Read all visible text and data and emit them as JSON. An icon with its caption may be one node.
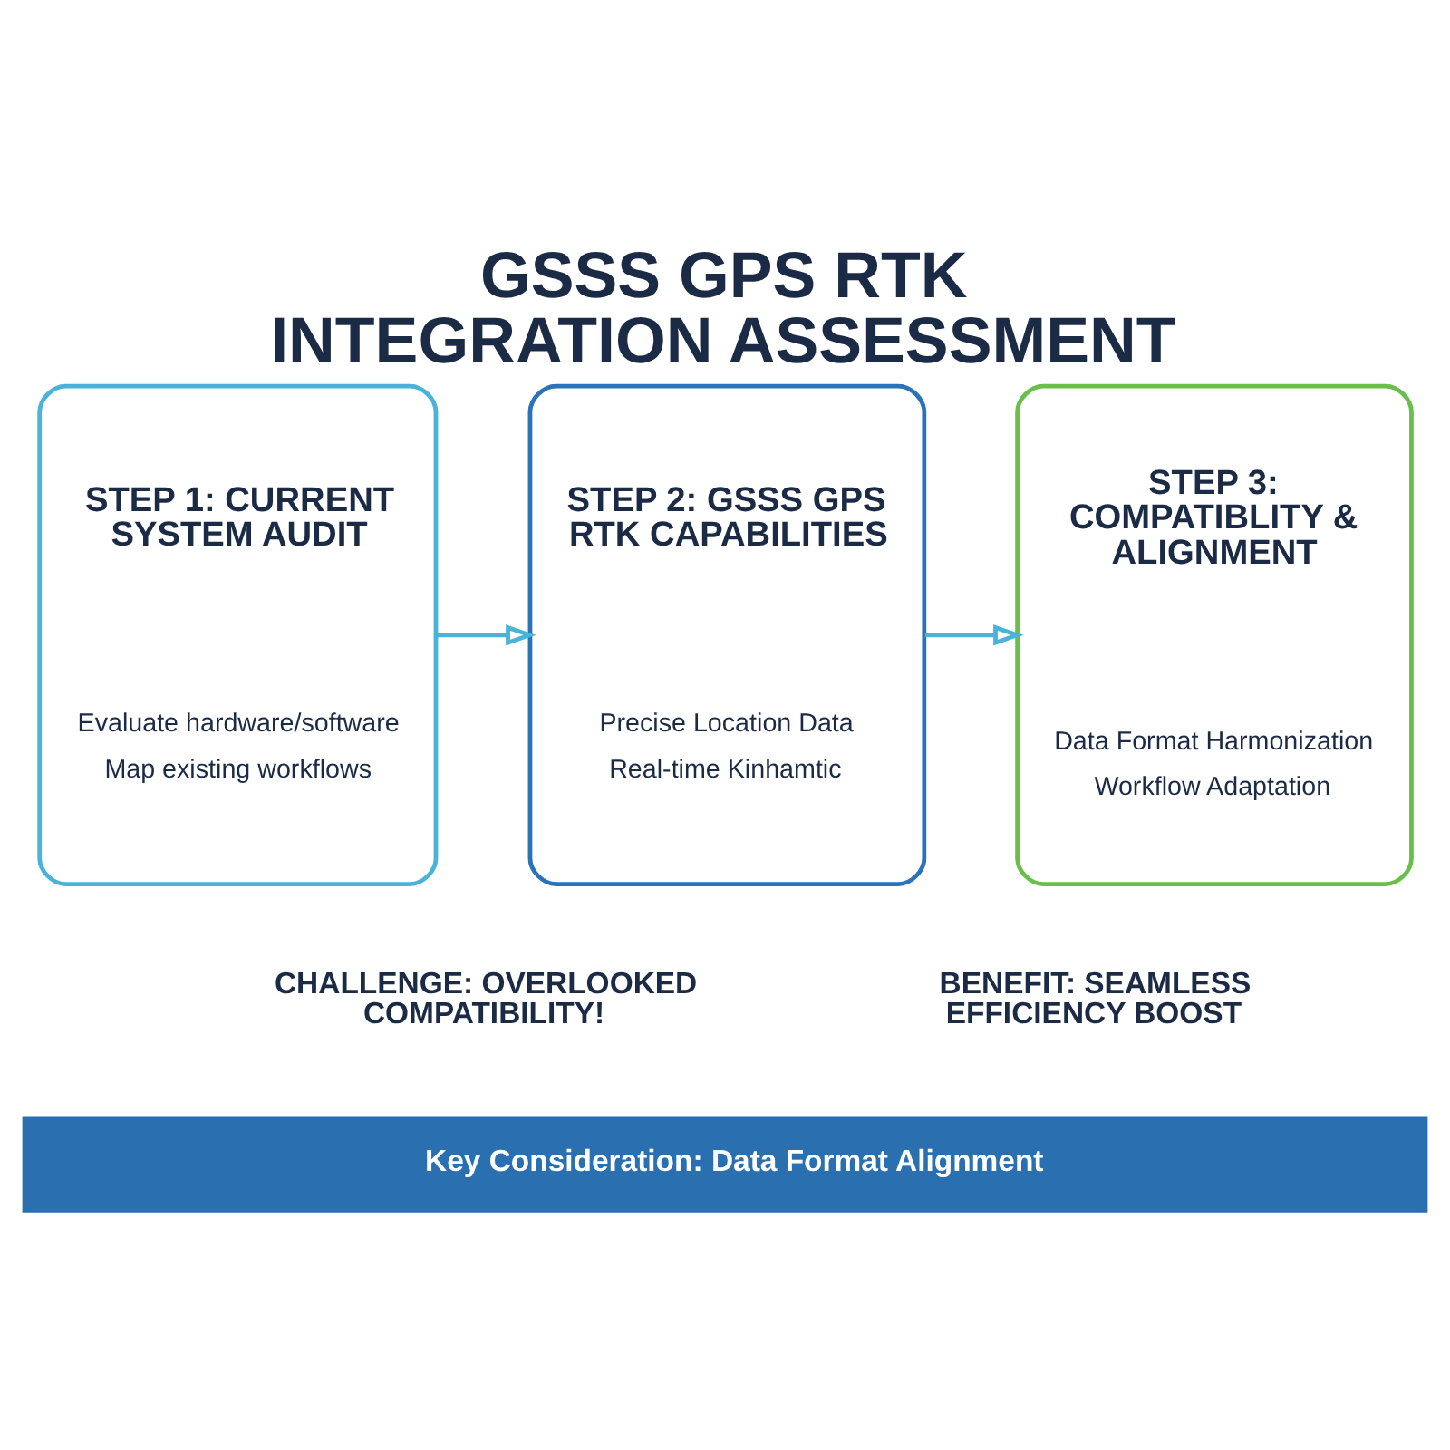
{
  "diagram": {
    "title": "GSSS GPS RTK INTEGRATION ASSESSMENT",
    "nodes": [
      {
        "text": [
          "STEP 1: CURRENT SYSTEM AUDIT",
          "Evaluate hardware/software",
          "Map existing workflows"
        ]
      },
      {
        "text": [
          "STEP 2: GSSS GPS RTK CAPABILITIES",
          "Precise Location Data",
          "Real-time Kinhamtic"
        ]
      },
      {
        "text": [
          "STEP 3: COMPATIBLITY & ALIGNMENT",
          "Data Format Harmonization",
          "Workflow Adaptation"
        ]
      }
    ],
    "edges": [
      {
        "from": 0,
        "to": 1,
        "arrow": "to"
      },
      {
        "from": 1,
        "to": 2,
        "arrow": "to"
      }
    ],
    "labels": [
      "CHALLENGE: OVERLOOKED COMPATIBILITY!",
      "BENEFIT: SEAMLESS EFFICIENCY BOOST",
      "Key Consideration: Data Format Alignment"
    ]
  }
}
